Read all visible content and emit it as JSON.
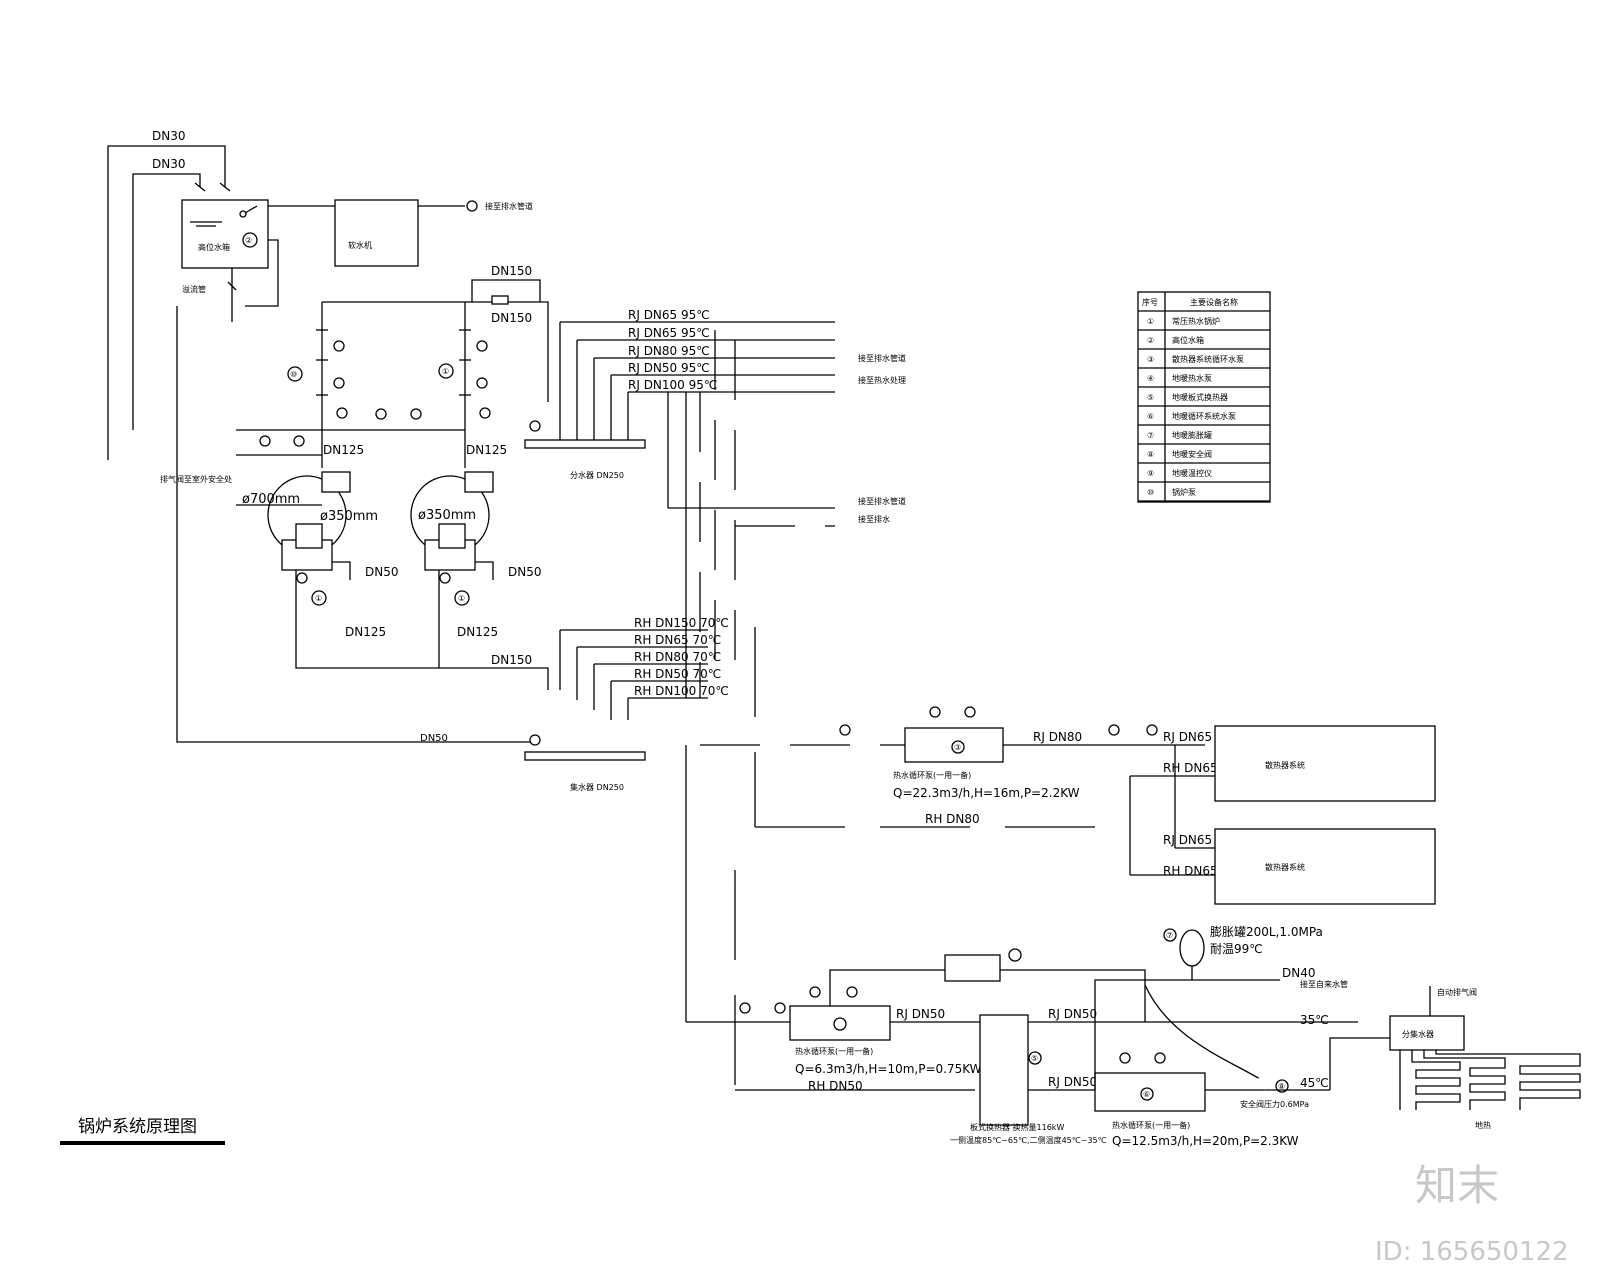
{
  "title": "锅炉系统原理图",
  "pipe_labels": {
    "dn30_a": "DN30",
    "dn30_b": "DN30",
    "dn150_top": "DN150",
    "dn150_top2": "DN150",
    "dn125_l": "DN125",
    "dn125_r": "DN125",
    "dn50_l": "DN50",
    "dn50_r": "DN50",
    "dn125_bl": "DN125",
    "dn125_br": "DN125",
    "dn150_bottom": "DN150",
    "dn50_return": "DN50",
    "phi700": "ø700mm",
    "phi350_l": "ø350mm",
    "phi350_r": "ø350mm",
    "rj1": "RJ  DN65 95℃",
    "rj2": "RJ  DN65 95℃",
    "rj3": "RJ  DN80 95℃",
    "rj4": "RJ  DN50 95℃",
    "rj5": "RJ  DN100 95℃",
    "rh1": "RH  DN150 70℃",
    "rh2": "RH  DN65 70℃",
    "rh3": "RH  DN80 70℃",
    "rh4": "RH  DN50 70℃",
    "rh5": "RH  DN100 70℃",
    "supply_header": "分水器 DN250",
    "return_header": "集水器 DN250",
    "rj_dn80": "RJ  DN80",
    "rh_dn80": "RH  DN80",
    "rj_dn65_a": "RJ  DN65",
    "rh_dn65_a": "RH  DN65",
    "rj_dn65_b": "RJ  DN65",
    "rh_dn65_b": "RH  DN65",
    "pump1_spec": "Q=22.3m3/h,H=16m,P=2.2KW",
    "pump2_spec": "Q=6.3m3/h,H=10m,P=0.75KW",
    "pump3_spec": "Q=12.5m3/h,H=20m,P=2.3KW",
    "rj_dn50": "RJ  DN50",
    "rh_dn50": "RH  DN50",
    "rj_dn50_b": "RJ DN50",
    "rj_dn50_c": "RJ DN50",
    "tank_spec1": "膨胀罐200L,1.0MPa",
    "tank_spec2": "耐温99℃",
    "dn40": "DN40",
    "t35": "35℃",
    "t45": "45℃",
    "relief": "安全阀压力0.6MPa",
    "hx_spec1": "板式换热器  换热量116kW",
    "hx_spec2": "一侧温度85℃~65℃,二侧温度45℃~35℃"
  },
  "small_labels": {
    "high_tank": "高位水箱",
    "softener": "软水机",
    "overflow": "溢流管",
    "to_drain": "接至排水管道",
    "to_supply_a": "接至排水管道",
    "to_supply_b": "接至热水处理",
    "to_supply_c": "接至排水管道",
    "to_supply_d": "接至排水",
    "boiler_note": "排气阀至室外安全处",
    "pump1": "热水循环泵(一用一备)",
    "pump2": "热水循环泵(一用一备)",
    "pump3": "热水循环泵(一用一备)",
    "load1": "散热器系统",
    "load2": "散热器系统",
    "manifold": "分集水器",
    "auto_vent": "自动排气阀",
    "floor": "地热",
    "to_water": "接至自来水管"
  },
  "legend": {
    "head_no": "序号",
    "head_name": "主要设备名称",
    "rows": [
      {
        "no": "①",
        "name": "常压热水锅炉"
      },
      {
        "no": "②",
        "name": "高位水箱"
      },
      {
        "no": "③",
        "name": "散热器系统循环水泵"
      },
      {
        "no": "④",
        "name": "地暖热水泵"
      },
      {
        "no": "⑤",
        "name": "地暖板式换热器"
      },
      {
        "no": "⑥",
        "name": "地暖循环系统水泵"
      },
      {
        "no": "⑦",
        "name": "地暖膨胀罐"
      },
      {
        "no": "⑧",
        "name": "地暖安全阀"
      },
      {
        "no": "⑨",
        "name": "地暖温控仪"
      },
      {
        "no": "⑩",
        "name": "锅炉泵"
      }
    ]
  },
  "callouts": {
    "c1": "①",
    "c2": "②",
    "c3": "③",
    "c5": "⑤",
    "c6": "⑥",
    "c7": "⑦",
    "c8": "⑧",
    "c10": "⑩",
    "c1b": "①",
    "c1c": "①"
  },
  "watermark": {
    "logo": "知末",
    "id": "ID: 165650122"
  }
}
